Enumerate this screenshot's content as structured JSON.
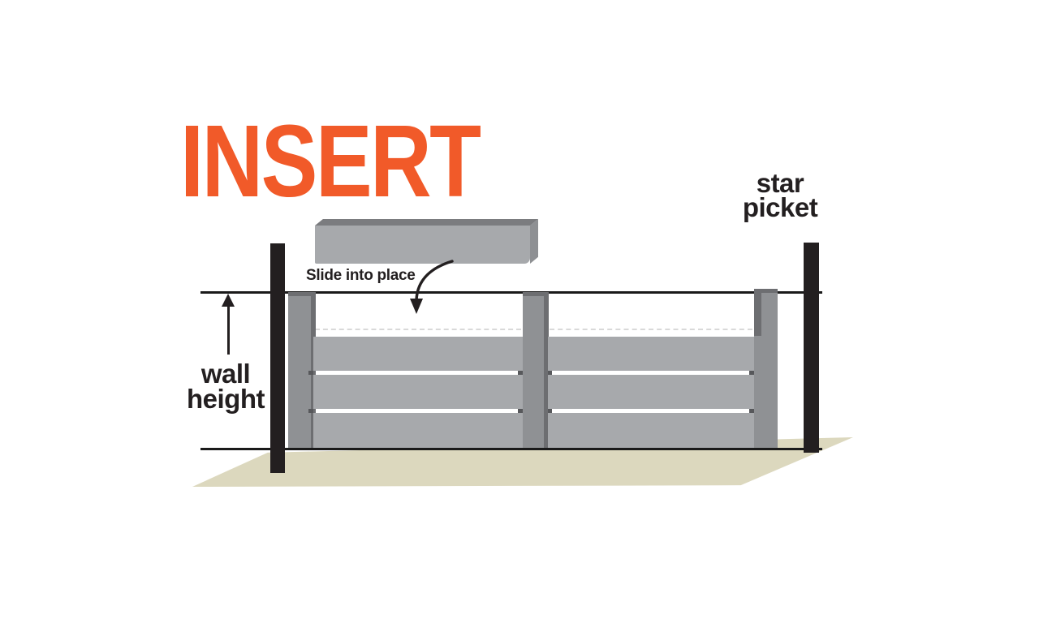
{
  "title": {
    "label": "INSERT"
  },
  "annotations": {
    "star_picket": {
      "line1": "star",
      "line2": "picket"
    },
    "wall_height": {
      "line1": "wall",
      "line2": "height"
    },
    "slide_instruction": {
      "label": "Slide into place"
    }
  },
  "icons": {
    "slide_arrow": "curved-down-arrow",
    "wall_height_arrow": "up-arrow"
  },
  "colors": {
    "accent_orange": "#F15A29",
    "ink_black": "#231F20",
    "sleeper_gray": "#A7A9AC",
    "post_gray": "#8F9194",
    "channel_dark_gray": "#6D6E71",
    "sleeper_top_gray": "#7B7C7F",
    "sleeper_end_gray": "#8E9093",
    "ground_beige": "#DCD8BE",
    "guide_dash_gray": "#D9D9D9"
  }
}
